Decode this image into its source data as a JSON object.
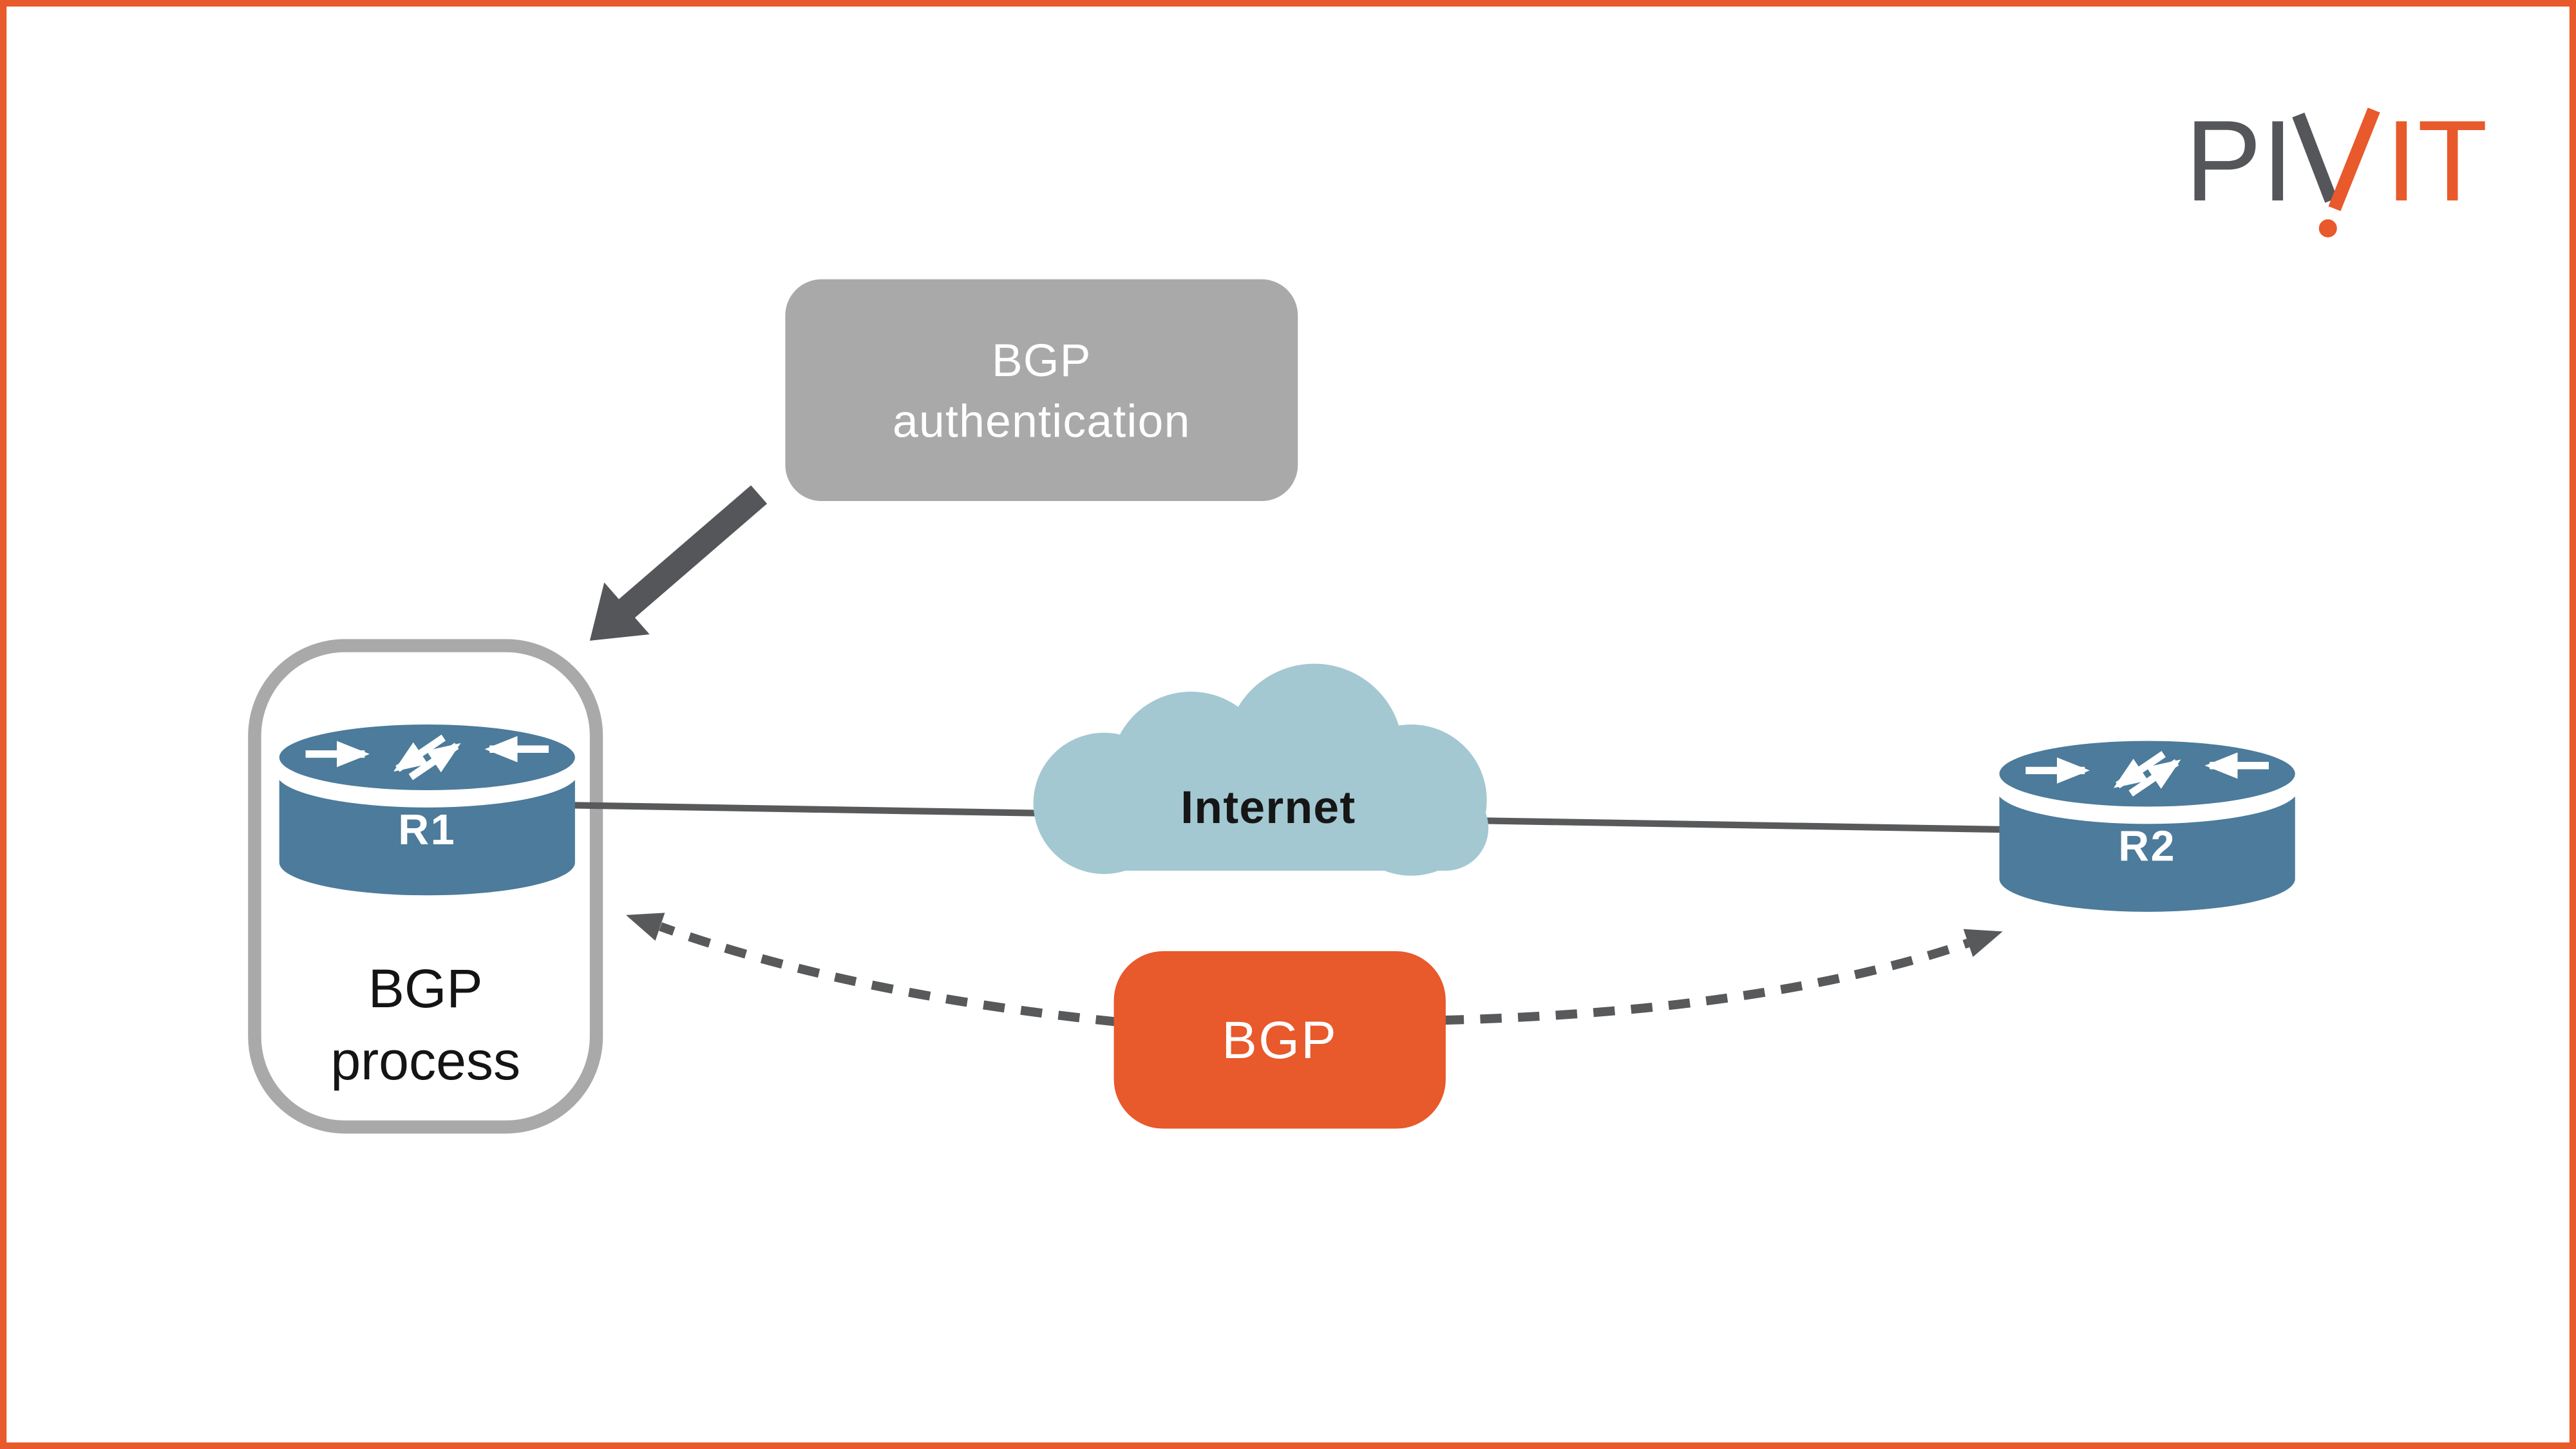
{
  "logo": {
    "gray_part": "PI",
    "orange_part": "IT",
    "gray_color": "#55565A",
    "orange_color": "#E8592B"
  },
  "callout": {
    "lines": [
      "BGP",
      "authentication"
    ],
    "bg_color": "#A9A9A9",
    "text_color": "#FFFFFF"
  },
  "process_box": {
    "lines": [
      "BGP",
      "process"
    ],
    "outline_color": "#A9A9A9"
  },
  "routers": {
    "r1": {
      "label": "R1"
    },
    "r2": {
      "label": "R2"
    },
    "fill_color": "#4C7B9B"
  },
  "cloud": {
    "label": "Internet",
    "fill_color": "#A3C8D2"
  },
  "session_badge": {
    "label": "BGP",
    "bg_color": "#E8592B",
    "text_color": "#FFFFFF"
  },
  "connections": {
    "solid_link_color": "#58595B",
    "dashed_session_color": "#58595B"
  },
  "page": {
    "border_color": "#E8592B",
    "background": "#FFFFFF"
  }
}
